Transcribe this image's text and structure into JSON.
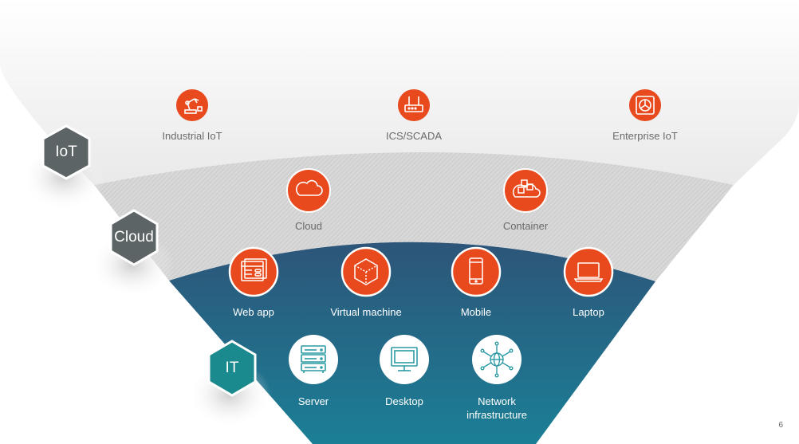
{
  "layers": {
    "iot": {
      "badge": "IoT",
      "items": [
        {
          "label": "Industrial IoT",
          "icon": "industrial-robot-icon"
        },
        {
          "label": "ICS/SCADA",
          "icon": "router-icon"
        },
        {
          "label": "Enterprise IoT",
          "icon": "fan-icon"
        }
      ]
    },
    "cloud": {
      "badge": "Cloud",
      "items": [
        {
          "label": "Cloud",
          "icon": "cloud-icon"
        },
        {
          "label": "Container",
          "icon": "container-icon"
        }
      ]
    },
    "apps": {
      "items": [
        {
          "label": "Web app",
          "icon": "web-app-icon"
        },
        {
          "label": "Virtual machine",
          "icon": "cube-icon"
        },
        {
          "label": "Mobile",
          "icon": "mobile-icon"
        },
        {
          "label": "Laptop",
          "icon": "laptop-icon"
        }
      ]
    },
    "it": {
      "badge": "IT",
      "items": [
        {
          "label": "Server",
          "icon": "server-icon"
        },
        {
          "label": "Desktop",
          "icon": "desktop-icon"
        },
        {
          "label": "Network\ninfrastructure",
          "icon": "network-icon"
        }
      ]
    }
  },
  "page_number": "6",
  "colors": {
    "accent": "#e8491d",
    "teal_hex": "#1a8a8e",
    "gray_hex": "#5c6466",
    "funnel_blue_top": "#2d5579",
    "funnel_blue_bottom": "#1b7f96"
  }
}
